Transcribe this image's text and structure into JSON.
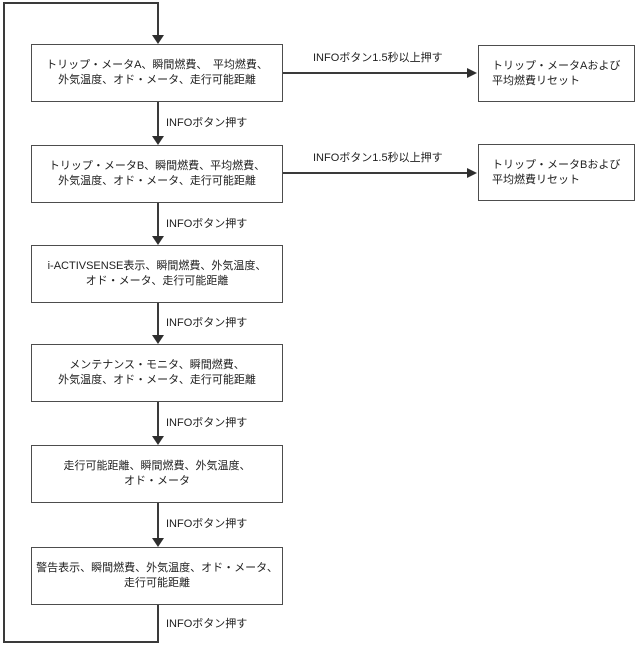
{
  "diagram": {
    "type": "flowchart",
    "press_label": "INFOボタン押す",
    "long_press_label": "INFOボタン1.5秒以上押す",
    "main_boxes": [
      {
        "line1": "トリップ・メータA、瞬間燃費、　平均燃費、",
        "line2": "外気温度、オド・メータ、走行可能距離"
      },
      {
        "line1": "トリップ・メータB、瞬間燃費、平均燃費、",
        "line2": "外気温度、オド・メータ、走行可能距離"
      },
      {
        "line1": "i-ACTIVSENSE表示、瞬間燃費、外気温度、",
        "line2": "オド・メータ、走行可能距離"
      },
      {
        "line1": "メンテナンス・モニタ、瞬間燃費、",
        "line2": "外気温度、オド・メータ、走行可能距離"
      },
      {
        "line1": "走行可能距離、瞬間燃費、外気温度、",
        "line2": "オド・メータ"
      },
      {
        "line1": "警告表示、瞬間燃費、外気温度、オド・メータ、",
        "line2": "走行可能距離"
      }
    ],
    "reset_boxes": [
      {
        "line1": "トリップ・メータAおよび",
        "line2": "平均燃費リセット"
      },
      {
        "line1": "トリップ・メータBおよび",
        "line2": "平均燃費リセット"
      }
    ],
    "colors": {
      "background": "#ffffff",
      "line": "#3a3a3a",
      "box_border": "#4d4d4d",
      "text": "#1e1e1e"
    }
  }
}
